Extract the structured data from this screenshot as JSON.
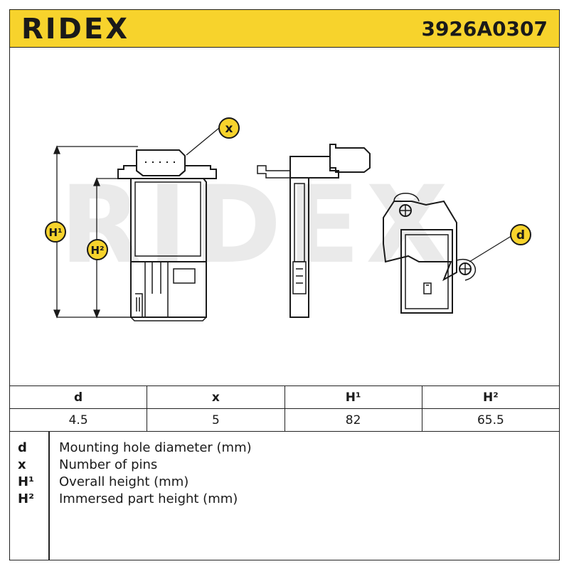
{
  "header": {
    "brand": "RIDEX",
    "part_number": "3926A0307",
    "colors": {
      "brand_yellow": "#f7d32c",
      "line": "#222222"
    }
  },
  "drawing": {
    "watermark": "RIDEX",
    "callouts": {
      "x": "x",
      "d": "d",
      "h1": "H¹",
      "h2": "H²"
    }
  },
  "dimensions_table": {
    "headers": [
      "d",
      "x",
      "H¹",
      "H²"
    ],
    "values": [
      "4.5",
      "5",
      "82",
      "65.5"
    ]
  },
  "legend": [
    {
      "key": "d",
      "desc": "Mounting hole diameter (mm)"
    },
    {
      "key": "x",
      "desc": "Number of pins"
    },
    {
      "key": "H¹",
      "desc": "Overall height (mm)"
    },
    {
      "key": "H²",
      "desc": "Immersed part height (mm)"
    }
  ]
}
